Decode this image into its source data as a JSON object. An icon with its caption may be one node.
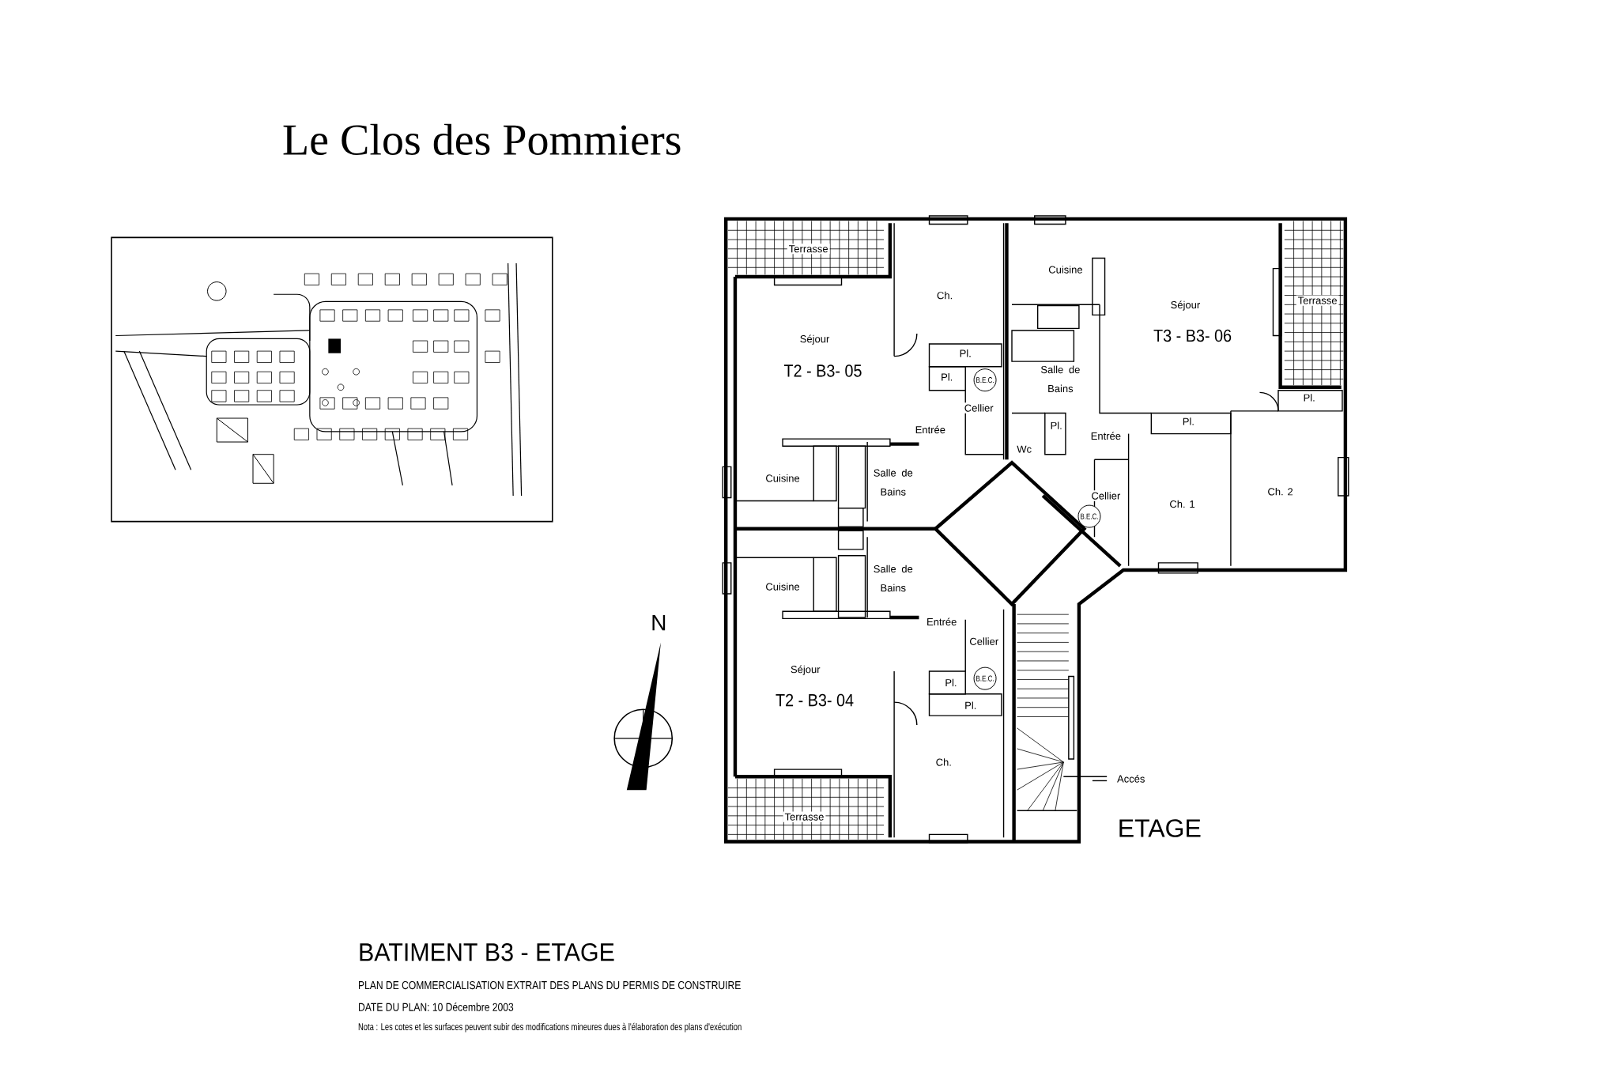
{
  "diagram": {
    "title": "Le Clos des Pommiers",
    "labels": [
      "Terrasse",
      "Ch.",
      "Cuisine",
      "Séjour",
      "Terrasse",
      "Séjour",
      "T2 - B3- 05",
      "T3 - B3- 06",
      "Pl.",
      "Pl.",
      "B.E.C.",
      "Salle de Bains",
      "Cellier",
      "Pl.",
      "Pl.",
      "Entrée",
      "Pl.",
      "Wc",
      "Entrée",
      "Cuisine",
      "Salle de Bains",
      "Cellier",
      "B.E.C.",
      "Ch. 1",
      "Ch. 2",
      "Salle de Bains",
      "Cuisine",
      "Entrée",
      "N",
      "Cellier",
      "Séjour",
      "Pl.",
      "B.E.C.",
      "T2 - B3- 04",
      "Pl.",
      "Ch.",
      "Accés",
      "Terrasse",
      "ETAGE",
      "BATIMENT B3 - ETAGE",
      "PLAN DE COMMERCIALISATION EXTRAIT DES PLANS DU PERMIS DE CONSTRUIRE",
      "DATE DU PLAN: 10 Décembre 2003",
      "Nota : Les cotes et les surfaces peuvent subir des modifications mineures dues à l'élaboration des plans d'exécution"
    ]
  }
}
